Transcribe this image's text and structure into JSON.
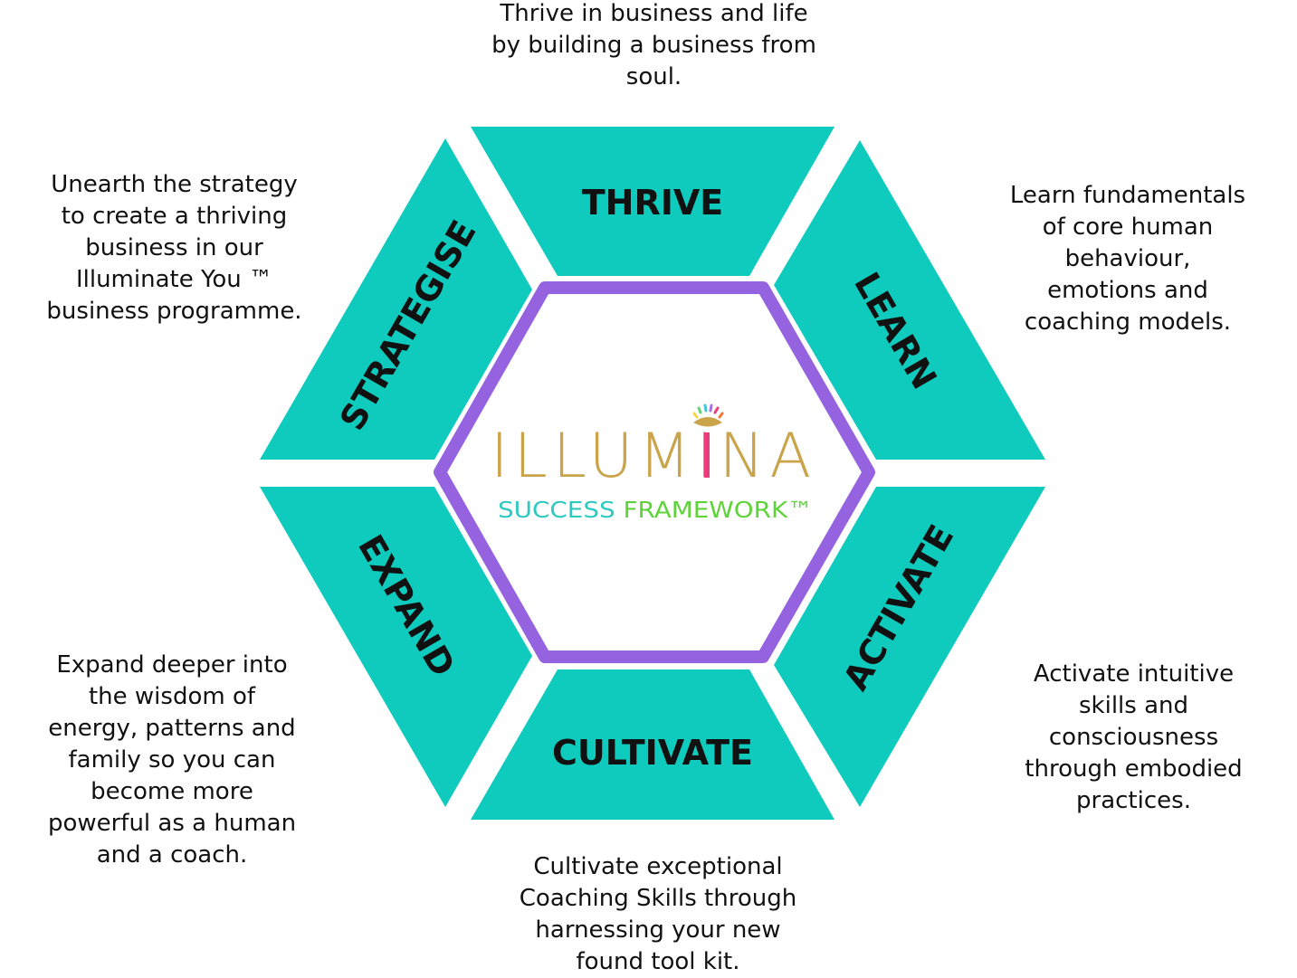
{
  "colors": {
    "segment": "#0ecbbd",
    "ring": "#9663e0",
    "gold": "#c9a44a",
    "pink": "#ec3c7c",
    "success": "#2ec9c0",
    "framework": "#5fd33a"
  },
  "logo": {
    "title": "ILLUMINA",
    "subtitle_1": "SUCCESS",
    "subtitle_2": "FRAMEWORK™"
  },
  "segments": {
    "thrive": "THRIVE",
    "learn": "LEARN",
    "activate": "ACTIVATE",
    "cultivate": "CULTIVATE",
    "expand": "EXPAND",
    "strategise": "STRATEGISE"
  },
  "descriptions": {
    "thrive": "Thrive in business and life by building a business from soul.",
    "learn": "Learn fundamentals of core human behaviour, emotions and coaching models.",
    "activate": "Activate intuitive skills and consciousness through embodied practices.",
    "cultivate": "Cultivate exceptional Coaching Skills through harnessing your new found tool kit.",
    "expand": "Expand deeper into the wisdom of energy, patterns and family so you can become more powerful as a human and a coach.",
    "strategise": "Unearth the strategy to create a thriving business in our Illuminate You ™ business programme."
  }
}
